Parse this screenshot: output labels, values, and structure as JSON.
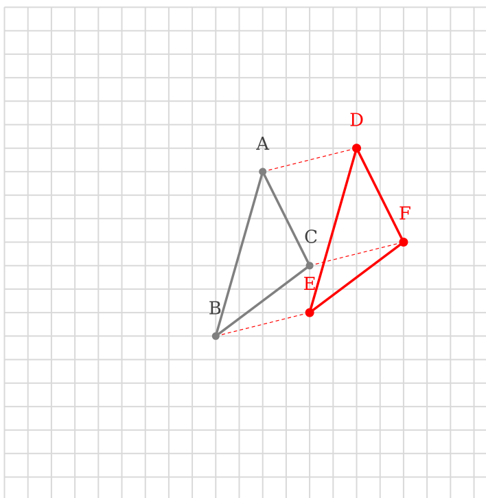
{
  "diagram": {
    "grid": {
      "cols": 21,
      "rows": 21,
      "visible": true,
      "color": "#d9d9d9"
    },
    "colors": {
      "original": "#808080",
      "original_label": "#404040",
      "image": "#ff0000",
      "connector": "#ff0000"
    },
    "original_triangle": {
      "points": [
        {
          "id": "A",
          "label": "A",
          "gx": 11,
          "gy": 7
        },
        {
          "id": "B",
          "label": "B",
          "gx": 9,
          "gy": 14
        },
        {
          "id": "C",
          "label": "C",
          "gx": 13,
          "gy": 11
        }
      ]
    },
    "image_triangle": {
      "points": [
        {
          "id": "D",
          "label": "D",
          "gx": 15,
          "gy": 6
        },
        {
          "id": "E",
          "label": "E",
          "gx": 13,
          "gy": 13
        },
        {
          "id": "F",
          "label": "F",
          "gx": 17,
          "gy": 10
        }
      ]
    },
    "connectors": [
      [
        "A",
        "D"
      ],
      [
        "B",
        "E"
      ],
      [
        "C",
        "F"
      ]
    ]
  }
}
